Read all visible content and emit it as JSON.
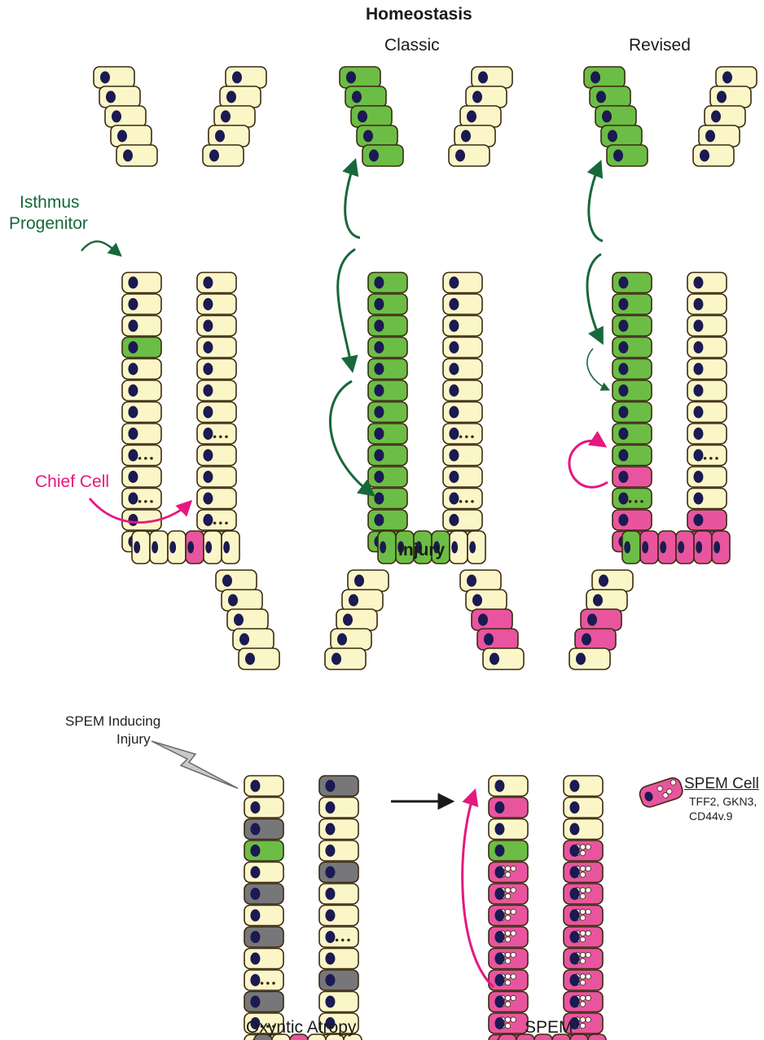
{
  "sections": {
    "homeostasis": "Homeostasis",
    "injury": "Injury"
  },
  "panels": {
    "classic": "Classic",
    "revised": "Revised",
    "oxyntic_atrophy": "Oxyntic Atropy",
    "spem": "SPEM"
  },
  "callouts": {
    "isthmus_line1": "Isthmus",
    "isthmus_line2": "Progenitor",
    "chief_cell": "Chief Cell",
    "spem_injury_line1": "SPEM Inducing",
    "spem_injury_line2": "Injury"
  },
  "legend": {
    "title": "SPEM Cell",
    "markers_line1": "TFF2, GKN3,",
    "markers_line2": "CD44v.9"
  },
  "colors": {
    "normal_cell": "#fbf6c8",
    "progenitor_lineage": "#6cbd45",
    "chief_spem": "#e8559e",
    "atrophic_cell": "#77777a",
    "nucleus": "#1b1a52",
    "outline": "#3a2a10",
    "arrow_green": "#17683a",
    "arrow_pink": "#e5187f",
    "arrow_black": "#1a1a1a",
    "bolt": "#c8c9cb"
  },
  "icons": [
    "lightning-bolt-icon",
    "spem-cell-icon",
    "arrow-icon"
  ]
}
